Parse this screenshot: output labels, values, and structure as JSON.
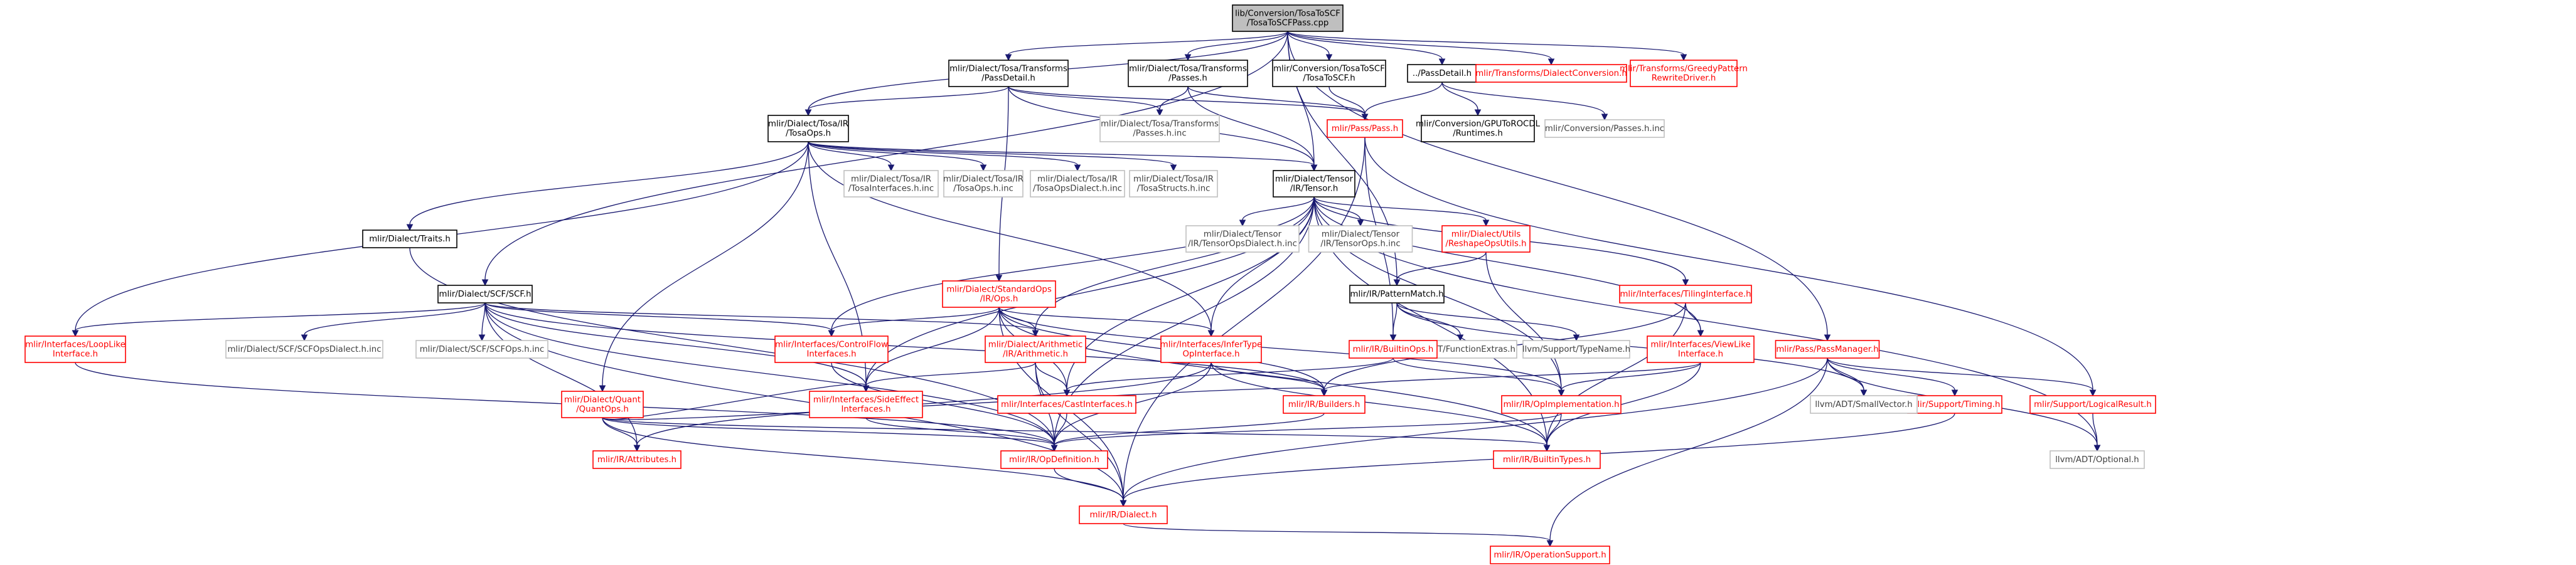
{
  "colors": {
    "root_fill": "#bfbfbf",
    "border_normal": "#000000",
    "border_red": "#ff0000",
    "border_gray": "#bfbfbf",
    "text_normal": "#000000",
    "text_red": "#ff0000",
    "text_gray": "#404040",
    "edge": "#191970"
  },
  "nodes": [
    {
      "id": "root",
      "lines": [
        "lib/Conversion/TosaToSCF",
        "/TosaToSCFPass.cpp"
      ],
      "style": "root"
    },
    {
      "id": "passdetail_tosa",
      "lines": [
        "mlir/Dialect/Tosa/Transforms",
        "/PassDetail.h"
      ],
      "style": "normal"
    },
    {
      "id": "passes_tosa",
      "lines": [
        "mlir/Dialect/Tosa/Transforms",
        "/Passes.h"
      ],
      "style": "normal"
    },
    {
      "id": "tosatoscf",
      "lines": [
        "mlir/Conversion/TosaToSCF",
        "/TosaToSCF.h"
      ],
      "style": "normal"
    },
    {
      "id": "passdetail_local",
      "lines": [
        "../PassDetail.h"
      ],
      "style": "normal"
    },
    {
      "id": "dialectconv",
      "lines": [
        "mlir/Transforms/DialectConversion.h"
      ],
      "style": "red"
    },
    {
      "id": "greedy",
      "lines": [
        "mlir/Transforms/GreedyPattern",
        "RewriteDriver.h"
      ],
      "style": "red"
    },
    {
      "id": "tosaops",
      "lines": [
        "mlir/Dialect/Tosa/IR",
        "/TosaOps.h"
      ],
      "style": "normal"
    },
    {
      "id": "passes_inc",
      "lines": [
        "mlir/Dialect/Tosa/Transforms",
        "/Passes.h.inc"
      ],
      "style": "gray"
    },
    {
      "id": "pass",
      "lines": [
        "mlir/Pass/Pass.h"
      ],
      "style": "red"
    },
    {
      "id": "gputorocdl",
      "lines": [
        "mlir/Conversion/GPUToROCDL",
        "/Runtimes.h"
      ],
      "style": "normal"
    },
    {
      "id": "convpasses_inc",
      "lines": [
        "mlir/Conversion/Passes.h.inc"
      ],
      "style": "gray"
    },
    {
      "id": "tosaifaces_inc",
      "lines": [
        "mlir/Dialect/Tosa/IR",
        "/TosaInterfaces.h.inc"
      ],
      "style": "gray"
    },
    {
      "id": "tosaops_inc",
      "lines": [
        "mlir/Dialect/Tosa/IR",
        "/TosaOps.h.inc"
      ],
      "style": "gray"
    },
    {
      "id": "tosaopsdialect_inc",
      "lines": [
        "mlir/Dialect/Tosa/IR",
        "/TosaOpsDialect.h.inc"
      ],
      "style": "gray"
    },
    {
      "id": "tosastructs_inc",
      "lines": [
        "mlir/Dialect/Tosa/IR",
        "/TosaStructs.h.inc"
      ],
      "style": "gray"
    },
    {
      "id": "tensor",
      "lines": [
        "mlir/Dialect/Tensor",
        "/IR/Tensor.h"
      ],
      "style": "normal"
    },
    {
      "id": "traits",
      "lines": [
        "mlir/Dialect/Traits.h"
      ],
      "style": "normal"
    },
    {
      "id": "scf",
      "lines": [
        "mlir/Dialect/SCF/SCF.h"
      ],
      "style": "normal"
    },
    {
      "id": "tensoropsdialect_inc",
      "lines": [
        "mlir/Dialect/Tensor",
        "/IR/TensorOpsDialect.h.inc"
      ],
      "style": "gray"
    },
    {
      "id": "tensorops_inc",
      "lines": [
        "mlir/Dialect/Tensor",
        "/IR/TensorOps.h.inc"
      ],
      "style": "gray"
    },
    {
      "id": "reshapeutils",
      "lines": [
        "mlir/Dialect/Utils",
        "/ReshapeOpsUtils.h"
      ],
      "style": "red"
    },
    {
      "id": "patternmatch",
      "lines": [
        "mlir/IR/PatternMatch.h"
      ],
      "style": "normal"
    },
    {
      "id": "tilingiface",
      "lines": [
        "mlir/Interfaces/TilingInterface.h"
      ],
      "style": "red"
    },
    {
      "id": "passmanager",
      "lines": [
        "mlir/Pass/PassManager.h"
      ],
      "style": "red"
    },
    {
      "id": "stdops",
      "lines": [
        "mlir/Dialect/StandardOps",
        "/IR/Ops.h"
      ],
      "style": "red"
    },
    {
      "id": "looplike",
      "lines": [
        "mlir/Interfaces/LoopLike",
        "Interface.h"
      ],
      "style": "red"
    },
    {
      "id": "scfopsdialect_inc",
      "lines": [
        "mlir/Dialect/SCF/SCFOpsDialect.h.inc"
      ],
      "style": "gray"
    },
    {
      "id": "scfops_inc",
      "lines": [
        "mlir/Dialect/SCF/SCFOps.h.inc"
      ],
      "style": "gray"
    },
    {
      "id": "controlflow",
      "lines": [
        "mlir/Interfaces/ControlFlow",
        "Interfaces.h"
      ],
      "style": "red"
    },
    {
      "id": "arith",
      "lines": [
        "mlir/Dialect/Arithmetic",
        "/IR/Arithmetic.h"
      ],
      "style": "red"
    },
    {
      "id": "infertype",
      "lines": [
        "mlir/Interfaces/InferType",
        "OpInterface.h"
      ],
      "style": "red"
    },
    {
      "id": "functionextras",
      "lines": [
        "llvm/ADT/FunctionExtras.h"
      ],
      "style": "gray"
    },
    {
      "id": "typename",
      "lines": [
        "llvm/Support/TypeName.h"
      ],
      "style": "gray"
    },
    {
      "id": "builtinops",
      "lines": [
        "mlir/IR/BuiltinOps.h"
      ],
      "style": "red"
    },
    {
      "id": "viewlike",
      "lines": [
        "mlir/Interfaces/ViewLike",
        "Interface.h"
      ],
      "style": "red"
    },
    {
      "id": "timing",
      "lines": [
        "mlir/Support/Timing.h"
      ],
      "style": "red"
    },
    {
      "id": "logicalresult",
      "lines": [
        "mlir/Support/LogicalResult.h"
      ],
      "style": "red"
    },
    {
      "id": "quantops",
      "lines": [
        "mlir/Dialect/Quant",
        "/QuantOps.h"
      ],
      "style": "red"
    },
    {
      "id": "attributes",
      "lines": [
        "mlir/IR/Attributes.h"
      ],
      "style": "red"
    },
    {
      "id": "sideeffect",
      "lines": [
        "mlir/Interfaces/SideEffect",
        "Interfaces.h"
      ],
      "style": "red"
    },
    {
      "id": "castifaces",
      "lines": [
        "mlir/Interfaces/CastInterfaces.h"
      ],
      "style": "red"
    },
    {
      "id": "builders",
      "lines": [
        "mlir/IR/Builders.h"
      ],
      "style": "red"
    },
    {
      "id": "opimpl",
      "lines": [
        "mlir/IR/OpImplementation.h"
      ],
      "style": "red"
    },
    {
      "id": "smallvector",
      "lines": [
        "llvm/ADT/SmallVector.h"
      ],
      "style": "gray"
    },
    {
      "id": "optional",
      "lines": [
        "llvm/ADT/Optional.h"
      ],
      "style": "gray"
    },
    {
      "id": "opdefinition",
      "lines": [
        "mlir/IR/OpDefinition.h"
      ],
      "style": "red"
    },
    {
      "id": "builtintypes",
      "lines": [
        "mlir/IR/BuiltinTypes.h"
      ],
      "style": "red"
    },
    {
      "id": "dialect",
      "lines": [
        "mlir/IR/Dialect.h"
      ],
      "style": "red"
    },
    {
      "id": "opsupport",
      "lines": [
        "mlir/IR/OperationSupport.h"
      ],
      "style": "red"
    }
  ],
  "edges": [
    [
      "root",
      "passdetail_tosa"
    ],
    [
      "root",
      "passes_tosa"
    ],
    [
      "root",
      "tosatoscf"
    ],
    [
      "root",
      "passdetail_local"
    ],
    [
      "root",
      "dialectconv"
    ],
    [
      "root",
      "greedy"
    ],
    [
      "root",
      "tosaops"
    ],
    [
      "root",
      "tensor"
    ],
    [
      "root",
      "scf"
    ],
    [
      "root",
      "patternmatch"
    ],
    [
      "root",
      "passmanager"
    ],
    [
      "passdetail_tosa",
      "tosaops"
    ],
    [
      "passdetail_tosa",
      "passes_inc"
    ],
    [
      "passdetail_tosa",
      "pass"
    ],
    [
      "passdetail_tosa",
      "tensor"
    ],
    [
      "passdetail_tosa",
      "stdops"
    ],
    [
      "passes_tosa",
      "passes_inc"
    ],
    [
      "passes_tosa",
      "pass"
    ],
    [
      "passes_tosa",
      "tensor"
    ],
    [
      "tosatoscf",
      "pass"
    ],
    [
      "passdetail_local",
      "pass"
    ],
    [
      "passdetail_local",
      "gputorocdl"
    ],
    [
      "passdetail_local",
      "convpasses_inc"
    ],
    [
      "tosaops",
      "tosaifaces_inc"
    ],
    [
      "tosaops",
      "tosaops_inc"
    ],
    [
      "tosaops",
      "tosaopsdialect_inc"
    ],
    [
      "tosaops",
      "tosastructs_inc"
    ],
    [
      "tosaops",
      "tensor"
    ],
    [
      "tosaops",
      "traits"
    ],
    [
      "tosaops",
      "looplike"
    ],
    [
      "tosaops",
      "quantops"
    ],
    [
      "tosaops",
      "infertype"
    ],
    [
      "tosaops",
      "sideeffect"
    ],
    [
      "pass",
      "builtinops"
    ],
    [
      "pass",
      "logicalresult"
    ],
    [
      "pass",
      "dialect"
    ],
    [
      "tensor",
      "tensoropsdialect_inc"
    ],
    [
      "tensor",
      "tensorops_inc"
    ],
    [
      "tensor",
      "reshapeutils"
    ],
    [
      "tensor",
      "tilingiface"
    ],
    [
      "tensor",
      "viewlike"
    ],
    [
      "tensor",
      "controlflow"
    ],
    [
      "tensor",
      "arith"
    ],
    [
      "tensor",
      "infertype"
    ],
    [
      "tensor",
      "castifaces"
    ],
    [
      "tensor",
      "sideeffect"
    ],
    [
      "tensor",
      "opimpl"
    ],
    [
      "tensor",
      "builtintypes"
    ],
    [
      "tensor",
      "optional"
    ],
    [
      "tensor",
      "opdefinition"
    ],
    [
      "traits",
      "opdefinition"
    ],
    [
      "scf",
      "looplike"
    ],
    [
      "scf",
      "scfopsdialect_inc"
    ],
    [
      "scf",
      "scfops_inc"
    ],
    [
      "scf",
      "controlflow"
    ],
    [
      "scf",
      "arith"
    ],
    [
      "scf",
      "attributes"
    ],
    [
      "scf",
      "sideeffect"
    ],
    [
      "scf",
      "builders"
    ],
    [
      "scf",
      "opdefinition"
    ],
    [
      "scf",
      "dialect"
    ],
    [
      "reshapeutils",
      "patternmatch"
    ],
    [
      "reshapeutils",
      "opimpl"
    ],
    [
      "patternmatch",
      "functionextras"
    ],
    [
      "patternmatch",
      "typename"
    ],
    [
      "patternmatch",
      "builtinops"
    ],
    [
      "patternmatch",
      "smallvector"
    ],
    [
      "tilingiface",
      "viewlike"
    ],
    [
      "tilingiface",
      "builders"
    ],
    [
      "tilingiface",
      "builtintypes"
    ],
    [
      "passmanager",
      "timing"
    ],
    [
      "passmanager",
      "logicalresult"
    ],
    [
      "passmanager",
      "smallvector"
    ],
    [
      "passmanager",
      "optional"
    ],
    [
      "passmanager",
      "dialect"
    ],
    [
      "passmanager",
      "opsupport"
    ],
    [
      "stdops",
      "controlflow"
    ],
    [
      "stdops",
      "arith"
    ],
    [
      "stdops",
      "infertype"
    ],
    [
      "stdops",
      "castifaces"
    ],
    [
      "stdops",
      "sideeffect"
    ],
    [
      "stdops",
      "builders"
    ],
    [
      "stdops",
      "opimpl"
    ],
    [
      "stdops",
      "builtintypes"
    ],
    [
      "stdops",
      "dialect"
    ],
    [
      "looplike",
      "opdefinition"
    ],
    [
      "controlflow",
      "opdefinition"
    ],
    [
      "arith",
      "castifaces"
    ],
    [
      "arith",
      "sideeffect"
    ],
    [
      "arith",
      "opdefinition"
    ],
    [
      "arith",
      "dialect"
    ],
    [
      "infertype",
      "attributes"
    ],
    [
      "infertype",
      "builders"
    ],
    [
      "infertype",
      "opdefinition"
    ],
    [
      "infertype",
      "builtintypes"
    ],
    [
      "builtinops",
      "castifaces"
    ],
    [
      "builtinops",
      "opimpl"
    ],
    [
      "viewlike",
      "builders"
    ],
    [
      "viewlike",
      "opimpl"
    ],
    [
      "viewlike",
      "builtintypes"
    ],
    [
      "timing",
      "dialect"
    ],
    [
      "logicalresult",
      "optional"
    ],
    [
      "quantops",
      "attributes"
    ],
    [
      "quantops",
      "sideeffect"
    ],
    [
      "quantops",
      "builders"
    ],
    [
      "quantops",
      "opdefinition"
    ],
    [
      "quantops",
      "dialect"
    ],
    [
      "quantops",
      "builtintypes"
    ],
    [
      "sideeffect",
      "opdefinition"
    ],
    [
      "castifaces",
      "opdefinition"
    ],
    [
      "builders",
      "opdefinition"
    ],
    [
      "opimpl",
      "opdefinition"
    ],
    [
      "opimpl",
      "builtintypes"
    ],
    [
      "opdefinition",
      "dialect"
    ],
    [
      "dialect",
      "opsupport"
    ]
  ]
}
